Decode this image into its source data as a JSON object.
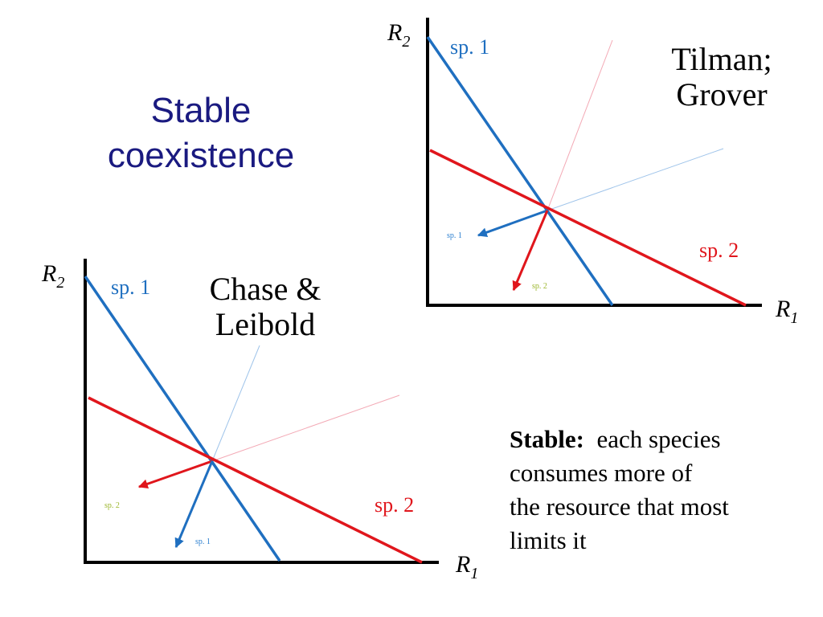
{
  "title": {
    "line1": "Stable",
    "line2": "coexistence"
  },
  "tilman_panel": {
    "attribution_line1": "Tilman;",
    "attribution_line2": "Grover",
    "y_axis_label": {
      "base": "R",
      "sub": "2"
    },
    "x_axis_label": {
      "base": "R",
      "sub": "1"
    },
    "sp1_line_label": "sp. 1",
    "sp2_line_label": "sp. 2",
    "sp1_vector_label": "sp. 1",
    "sp2_vector_label": "sp. 2"
  },
  "chase_panel": {
    "attribution_line1": "Chase &",
    "attribution_line2": "Leibold",
    "y_axis_label": {
      "base": "R",
      "sub": "2"
    },
    "x_axis_label": {
      "base": "R",
      "sub": "1"
    },
    "sp1_line_label": "sp. 1",
    "sp2_line_label": "sp. 2",
    "sp1_vector_label": "sp. 1",
    "sp2_vector_label": "sp. 2"
  },
  "note": {
    "bold_prefix": "Stable:",
    "line1_rest": "each species",
    "line2": "consumes more of",
    "line3": "the resource that most",
    "line4": "limits it"
  },
  "colors": {
    "sp1": "#1f6fc0",
    "sp2": "#e0161c",
    "axis": "#000000",
    "title": "#1a1a80",
    "small_label_sp2": "#9ab52a",
    "small_label_sp1": "#2c7fd0",
    "guide_sp1": "#9fc4ea",
    "guide_sp2": "#f3a9b5"
  }
}
